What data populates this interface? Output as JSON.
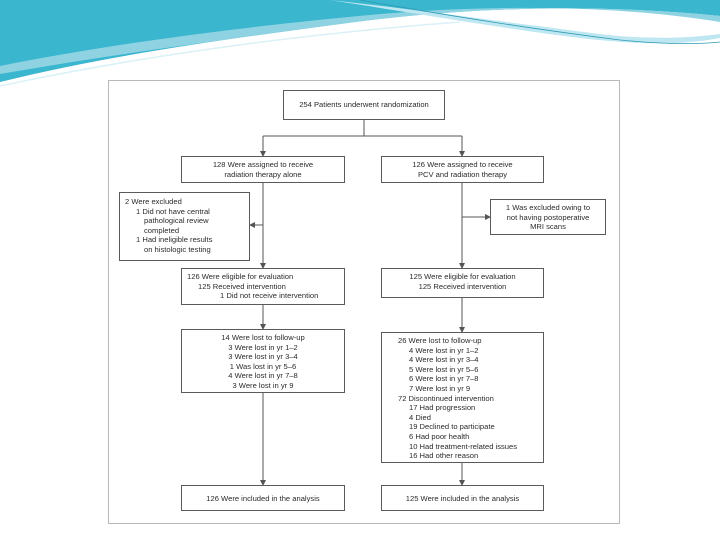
{
  "flow": {
    "randomized": "254 Patients underwent randomization",
    "arm_rt": {
      "assigned": [
        "128 Were assigned to receive",
        "radiation therapy alone"
      ],
      "excluded": {
        "title": "2 Were excluded",
        "reasons": [
          "1 Did not have central",
          "pathological review",
          "completed",
          "1 Had ineligible results",
          "on histologic testing"
        ]
      },
      "eligible": [
        "126 Were eligible for evaluation",
        "125 Received intervention",
        "1 Did not receive intervention"
      ],
      "lost": {
        "title": "14 Were lost to follow-up",
        "items": [
          "3 Were lost in yr 1–2",
          "3 Were lost in yr 3–4",
          "1 Was lost in yr 5–6",
          "4 Were lost in yr 7–8",
          "3 Were lost in yr 9"
        ]
      },
      "analysis": "126 Were included in the analysis"
    },
    "arm_pcv": {
      "assigned": [
        "126 Were assigned to receive",
        "PCV and radiation therapy"
      ],
      "excluded": [
        "1 Was excluded owing to",
        "not having postoperative",
        "MRI scans"
      ],
      "eligible": [
        "125 Were eligible for evaluation",
        "125 Received intervention"
      ],
      "lost": {
        "title": "26 Were lost to follow-up",
        "items": [
          "4 Were lost in yr 1–2",
          "4 Were lost in yr 3–4",
          "5 Were lost in yr 5–6",
          "6 Were lost in yr 7–8",
          "7 Were lost in yr 9"
        ]
      },
      "discontinued": {
        "title": "72 Discontinued intervention",
        "items": [
          "17 Had progression",
          "4 Died",
          "19 Declined to participate",
          "6 Had poor health",
          "10 Had treatment-related issues",
          "16 Had other reason"
        ]
      },
      "analysis": "125 Were included in the analysis"
    }
  },
  "colors": {
    "header_teal": "#3ab6cf",
    "header_light": "#bfe7f1",
    "box_border": "#5a5a5a",
    "line": "#555555",
    "frame": "#b8b8b8"
  }
}
